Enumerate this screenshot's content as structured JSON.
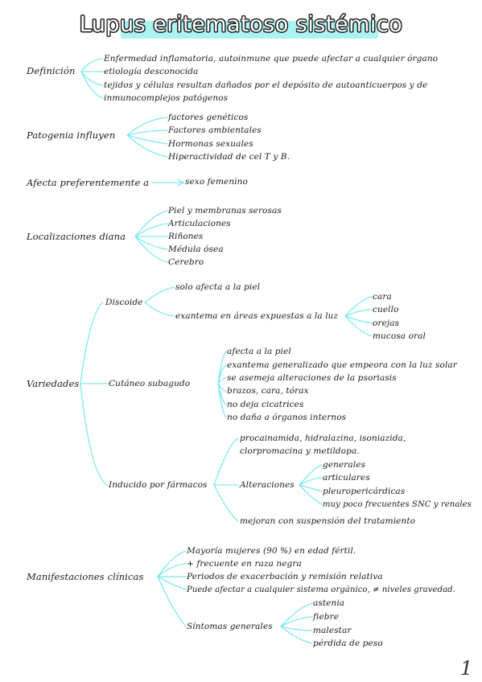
{
  "title": "Lupus eritematoso sistémico",
  "page_number": "1",
  "colors": {
    "accent": "#7ee8ef",
    "title_fill": "#aaf3f1",
    "ink": "#1a1a1a"
  },
  "definicion": {
    "label": "Definición",
    "items": [
      "Enfermedad inflamatoria, autoinmune que puede afectar a cualquier órgano",
      "etiología desconocida",
      "tejidos y células resultan dañados por el depósito de autoanticuerpos y de",
      "inmunocomplejos patógenos"
    ]
  },
  "patogenia": {
    "label": "Patogenia influyen",
    "items": [
      "factores genéticos",
      "Factores ambientales",
      "Hormonas sexuales",
      "Hiperactividad de cel T y B."
    ]
  },
  "afecta": {
    "label": "Afecta preferentemente a",
    "value": "sexo femenino"
  },
  "localizaciones": {
    "label": "Localizaciones diana",
    "items": [
      "Piel y membranas serosas",
      "Articulaciones",
      "Riñones",
      "Médula ósea",
      "Cerebro"
    ]
  },
  "variedades": {
    "label": "Variedades",
    "discoide": {
      "label": "Discoide",
      "items": [
        "solo afecta a la piel",
        "exantema en áreas expuestas a la luz"
      ],
      "areas": [
        "cara",
        "cuello",
        "orejas",
        "mucosa oral"
      ]
    },
    "cutaneo": {
      "label": "Cutáneo subagudo",
      "items": [
        "afecta a la piel",
        "exantema generalizado que empeora con la luz solar",
        "se asemeja alteraciones de la psoriasis",
        "brazos, cara, tórax",
        "no deja cicatrices",
        "no daña a órganos internos"
      ]
    },
    "farmacos": {
      "label": "Inducido por fármacos",
      "drugs": [
        "procainamida, hidralazina, isoniazida,",
        "clorpromacina y metildopa."
      ],
      "alteraciones_label": "Alteraciones",
      "alteraciones": [
        "generales",
        "articulares",
        "pleuropericárdicas",
        "muy poco frecuentes SNC y renales"
      ],
      "mejoran": "mejoran con suspensión del tratamiento"
    }
  },
  "manifestaciones": {
    "label": "Manifestaciones clínicas",
    "items": [
      "Mayoría mujeres (90 %) en edad fértil.",
      "+ frecuente en raza negra",
      "Periodos de exacerbación y remisión relativa",
      "Puede afectar a cualquier sistema orgánico, ≠ niveles gravedad."
    ],
    "sintomas_label": "Síntomas generales",
    "sintomas": [
      "astenia",
      "fiebre",
      "malestar",
      "pérdida de peso"
    ]
  }
}
